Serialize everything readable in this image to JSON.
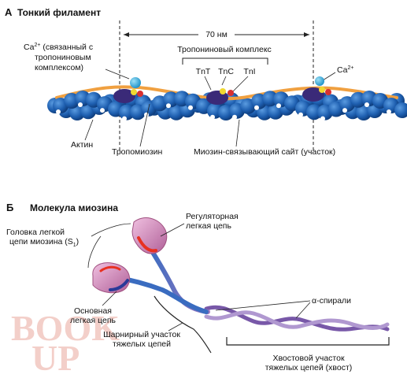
{
  "section_a": {
    "letter": "А",
    "title": "Тонкий филамент",
    "ca_bound": {
      "symbol": "Ca",
      "charge": "2+",
      "line1": "(связанный с",
      "line2": "тропониновым",
      "line3": "комплексом)"
    },
    "distance": "70 нм",
    "troponin_complex": "Тропониновый комплекс",
    "subunits": [
      "TnT",
      "TnC",
      "TnI"
    ],
    "ca_free": {
      "symbol": "Ca",
      "charge": "2+"
    },
    "actin": "Актин",
    "tropomyosin": "Тропомиозин",
    "myosin_binding_site": "Миозин-связывающий сайт (участок)"
  },
  "section_b": {
    "letter": "Б",
    "title": "Молекула миозина",
    "regulatory_light_chain": {
      "line1": "Регуляторная",
      "line2": "легкая цепь"
    },
    "head": {
      "line1": "Головка легкой",
      "line2": "цепи миозина (S",
      "subscript": "1",
      "close": ")"
    },
    "essential_light_chain": {
      "line1": "Основная",
      "line2": "легкая цепь"
    },
    "alpha_helix": "α-спирали",
    "hinge": {
      "line1": "Шарнирный участок",
      "line2": "тяжелых цепей"
    },
    "tail": {
      "line1": "Хвостовой участок",
      "line2": "тяжелых цепей (хвост)"
    }
  },
  "watermark": {
    "top": "BOOK",
    "bottom": "UP"
  },
  "colors": {
    "actin": "#1e5fb0",
    "tropomyosin": "#f0a040",
    "troponin_t": "#3a2a78",
    "troponin_c": "#f0d830",
    "troponin_i": "#d83030",
    "calcium": "#2aa8d8",
    "myosin_head": "#c880b0",
    "light_chain": "#e83020",
    "heavy_chain": "#3a6cc0",
    "tail": "#9070b8"
  }
}
